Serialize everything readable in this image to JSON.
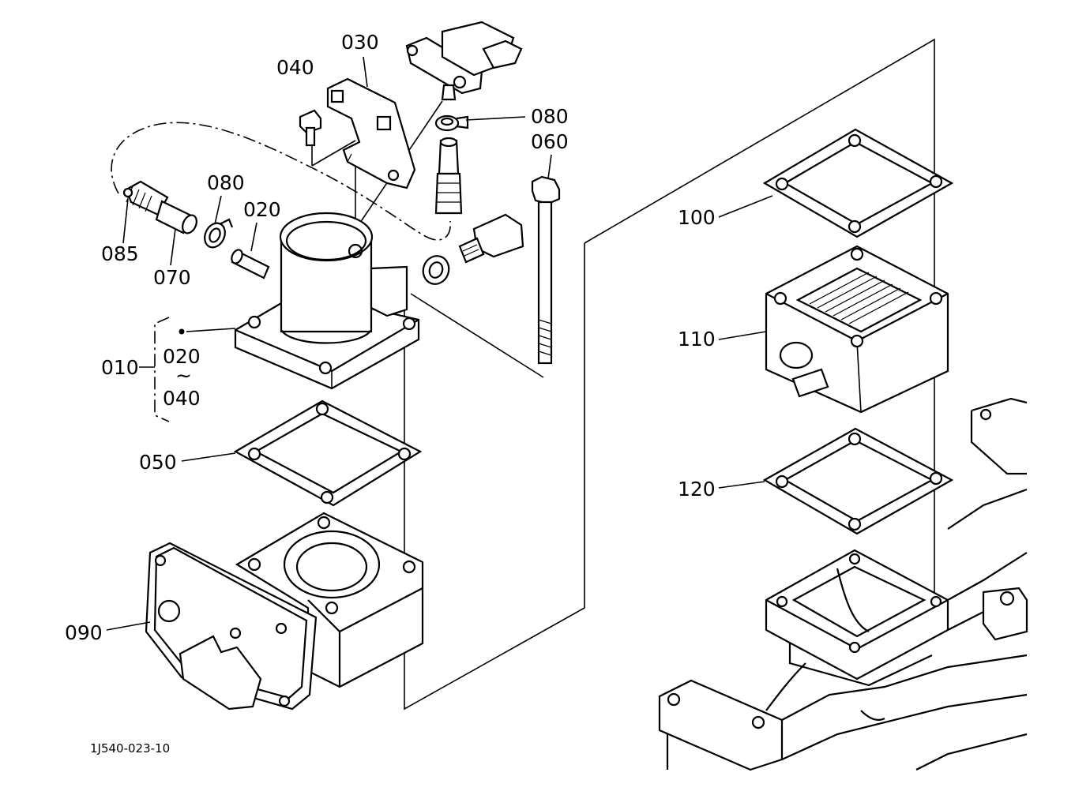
{
  "diagram": {
    "reference_code": "1J540-023-10",
    "labels": {
      "p010": "010",
      "p020": "020",
      "p020_range_start": "020",
      "range_tilde": "~",
      "p040_range_end": "040",
      "p030": "030",
      "p040": "040",
      "p050": "050",
      "p060": "060",
      "p070": "070",
      "p080_upper": "080",
      "p080_lower": "080",
      "p085": "085",
      "p090": "090",
      "p100": "100",
      "p110": "110",
      "p120": "120"
    }
  }
}
